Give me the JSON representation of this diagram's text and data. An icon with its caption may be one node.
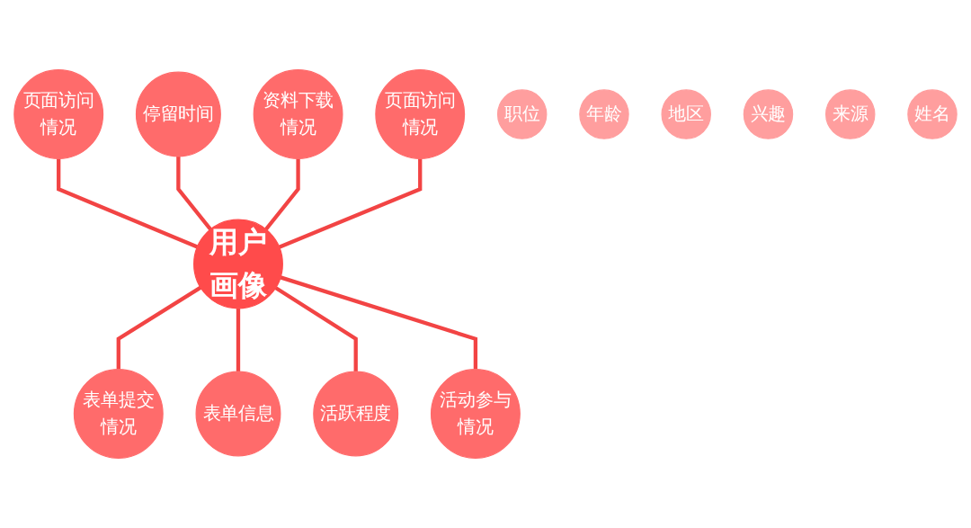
{
  "diagram": {
    "nodes": [
      {
        "text": [
          "用户画像"
        ]
      },
      {
        "text": [
          "页面访问情况"
        ]
      },
      {
        "text": [
          "停留时间"
        ]
      },
      {
        "text": [
          "表单提交情况"
        ]
      },
      {
        "text": [
          "表单信息"
        ]
      },
      {
        "text": [
          "活跃程度"
        ]
      },
      {
        "text": [
          "活动参与情况"
        ]
      },
      {
        "text": [
          "资料下载情况"
        ]
      },
      {
        "text": [
          "页面访问情况"
        ]
      },
      {
        "text": [
          "职位"
        ]
      },
      {
        "text": [
          "年龄"
        ]
      },
      {
        "text": [
          "地区"
        ]
      },
      {
        "text": [
          "兴趣"
        ]
      },
      {
        "text": [
          "来源"
        ]
      },
      {
        "text": [
          "姓名"
        ]
      }
    ],
    "edges": [
      {
        "from": 1,
        "to": 0,
        "arrow": "none"
      },
      {
        "from": 2,
        "to": 0,
        "arrow": "none"
      },
      {
        "from": 0,
        "to": 3,
        "arrow": "none"
      },
      {
        "from": 0,
        "to": 4,
        "arrow": "none"
      },
      {
        "from": 0,
        "to": 5,
        "arrow": "none"
      },
      {
        "from": 0,
        "to": 6,
        "arrow": "none"
      },
      {
        "from": 7,
        "to": 0,
        "arrow": "none"
      },
      {
        "from": 8,
        "to": 0,
        "arrow": "none"
      }
    ]
  }
}
